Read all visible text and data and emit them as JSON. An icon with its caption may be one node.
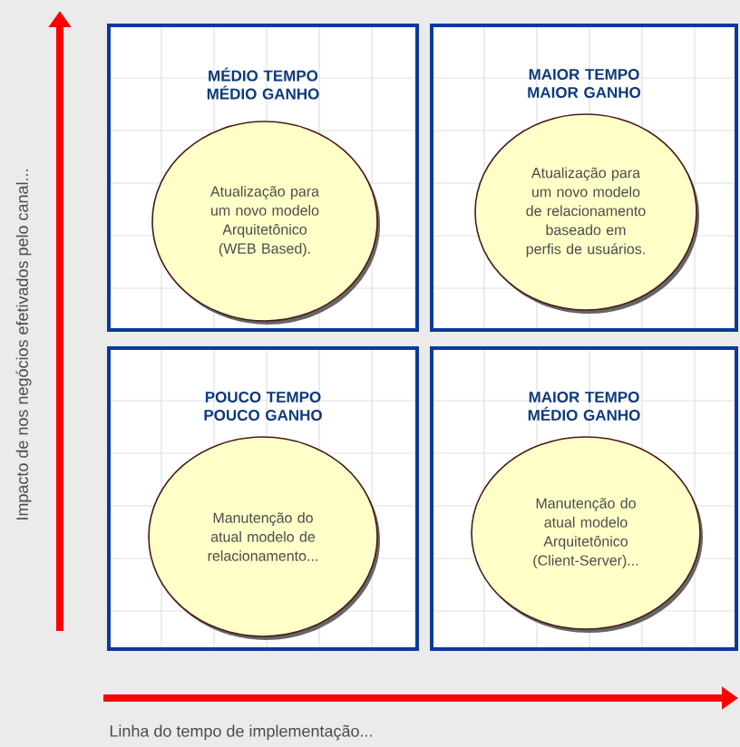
{
  "diagram": {
    "nodes": [
      {
        "text": [
          "MÉDIO TEMPO MÉDIO GANHO"
        ]
      },
      {
        "text": [
          "Atualização para um novo modelo Arquitetônico (WEB Based)."
        ],
        "in": 0
      },
      {
        "text": [
          "MAIOR TEMPO MAIOR GANHO"
        ]
      },
      {
        "text": [
          "Atualização para um novo modelo de relacionamento baseado em perfis de usuários."
        ],
        "in": 2
      },
      {
        "text": [
          "POUCO TEMPO POUCO GANHO"
        ]
      },
      {
        "text": [
          "Manutenção do atual modelo de relacionamento..."
        ],
        "in": 4
      },
      {
        "text": [
          "MAIOR TEMPO MÉDIO GANHO"
        ]
      },
      {
        "text": [
          "Manutenção do atual modelo Arquitetônico (Client-Server)..."
        ],
        "in": 6
      }
    ],
    "labels": [
      "Impacto de nos negócios efetivados pelo canal...",
      "Linha do tempo de implementação..."
    ]
  }
}
